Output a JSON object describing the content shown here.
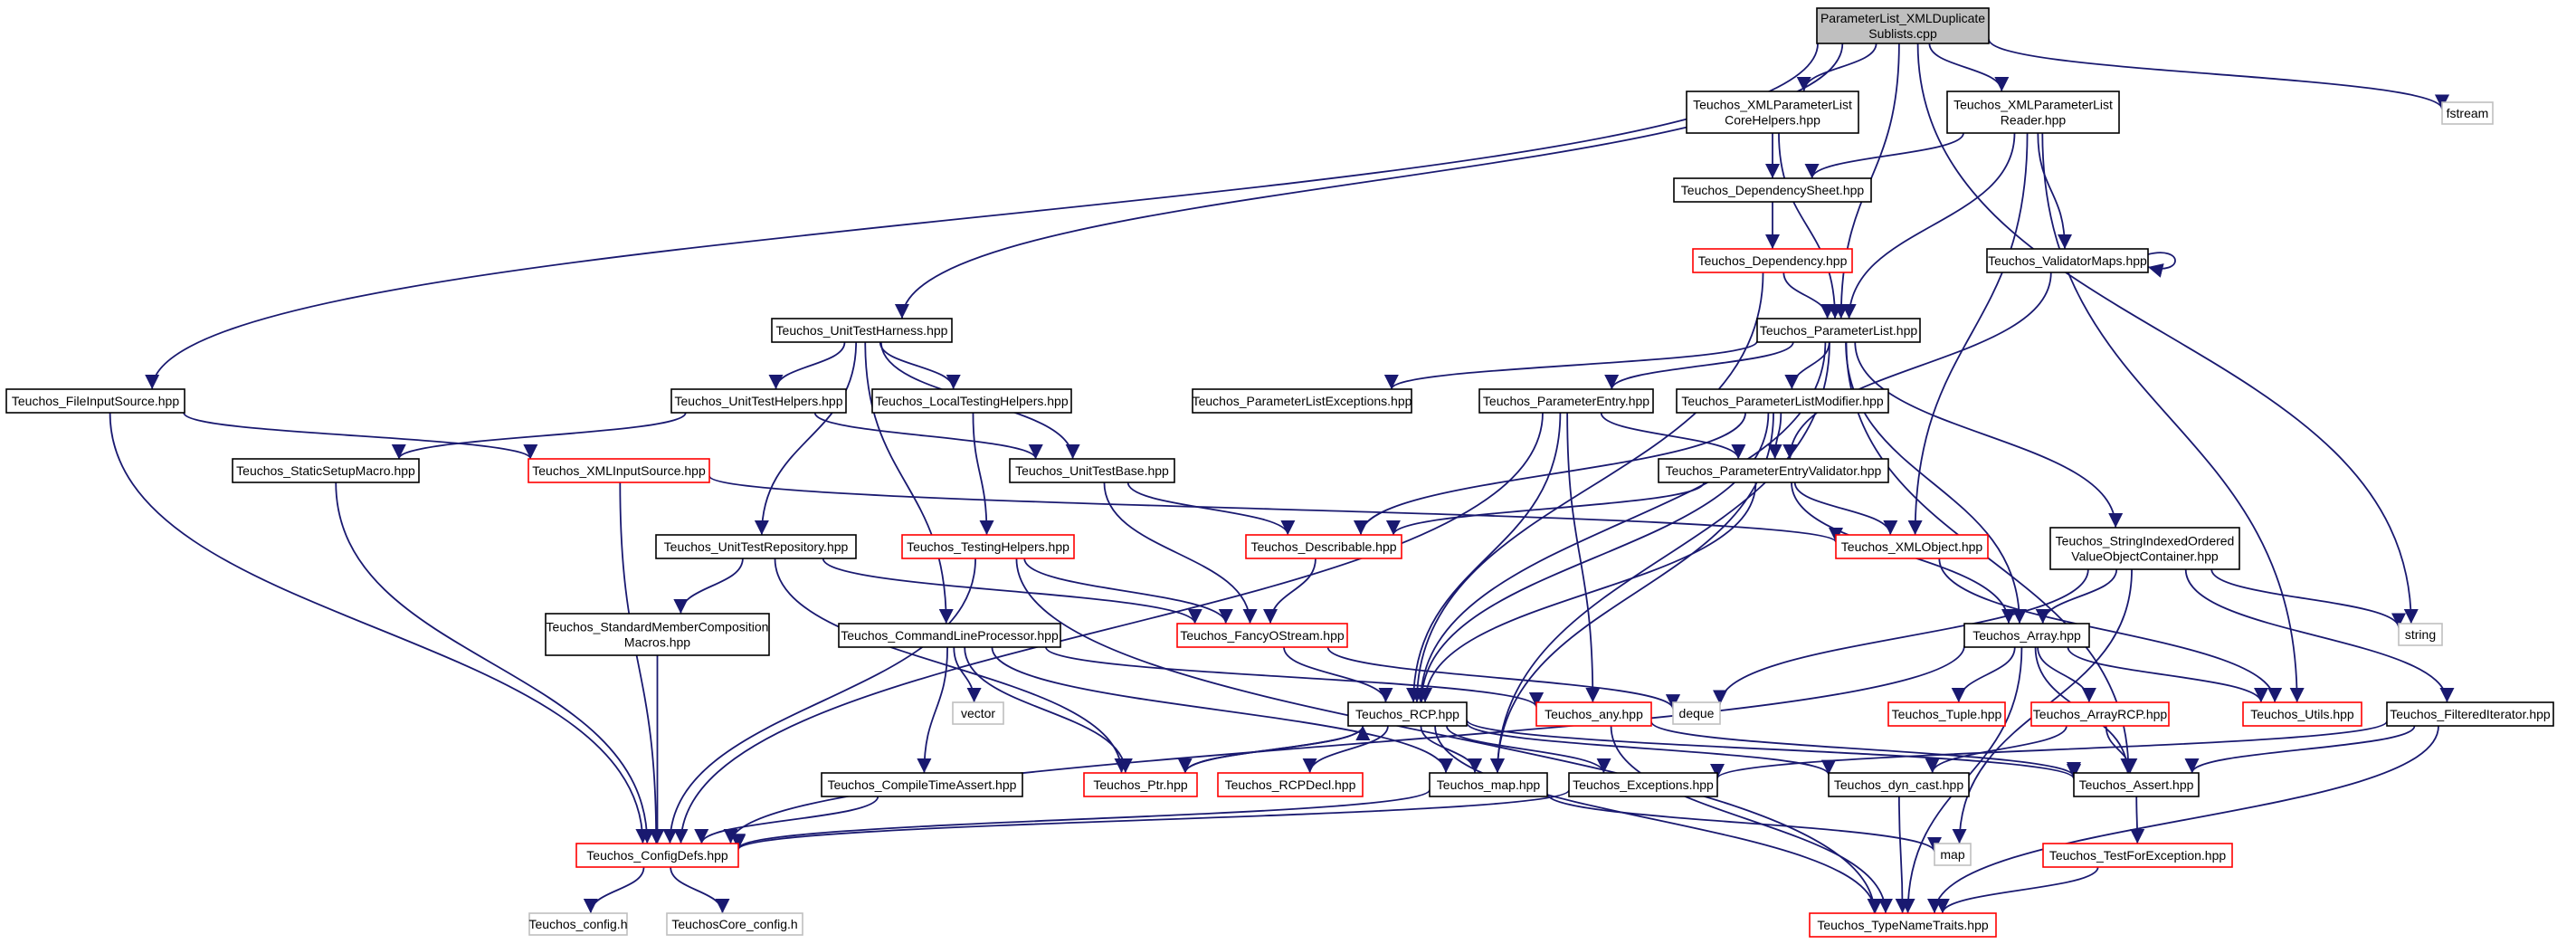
{
  "colors": {
    "edge": "#191970",
    "root_fill": "#bfbfbf",
    "root_border": "#000000",
    "normal_border": "#000000",
    "truncated_border": "#ff0000",
    "external_border": "#bfbfbf",
    "fill": "#ffffff"
  },
  "nodes": [
    {
      "id": "root",
      "lines": [
        "ParameterList_XMLDuplicate",
        "Sublists.cpp"
      ],
      "kind": "root"
    },
    {
      "id": "xml_core_helpers",
      "lines": [
        "Teuchos_XMLParameterList",
        "CoreHelpers.hpp"
      ],
      "kind": "normal"
    },
    {
      "id": "xml_reader",
      "lines": [
        "Teuchos_XMLParameterList",
        "Reader.hpp"
      ],
      "kind": "normal"
    },
    {
      "id": "fstream",
      "lines": [
        "fstream"
      ],
      "kind": "external"
    },
    {
      "id": "dependency_sheet",
      "lines": [
        "Teuchos_DependencySheet.hpp"
      ],
      "kind": "normal"
    },
    {
      "id": "dependency",
      "lines": [
        "Teuchos_Dependency.hpp"
      ],
      "kind": "truncated"
    },
    {
      "id": "validator_maps",
      "lines": [
        "Teuchos_ValidatorMaps.hpp"
      ],
      "kind": "normal"
    },
    {
      "id": "unit_test_harness",
      "lines": [
        "Teuchos_UnitTestHarness.hpp"
      ],
      "kind": "normal"
    },
    {
      "id": "parameter_list",
      "lines": [
        "Teuchos_ParameterList.hpp"
      ],
      "kind": "normal"
    },
    {
      "id": "file_input_source",
      "lines": [
        "Teuchos_FileInputSource.hpp"
      ],
      "kind": "normal"
    },
    {
      "id": "unit_test_helpers",
      "lines": [
        "Teuchos_UnitTestHelpers.hpp"
      ],
      "kind": "normal"
    },
    {
      "id": "local_testing_helpers",
      "lines": [
        "Teuchos_LocalTestingHelpers.hpp"
      ],
      "kind": "normal"
    },
    {
      "id": "parameter_list_exceptions",
      "lines": [
        "Teuchos_ParameterListExceptions.hpp"
      ],
      "kind": "normal"
    },
    {
      "id": "parameter_entry",
      "lines": [
        "Teuchos_ParameterEntry.hpp"
      ],
      "kind": "normal"
    },
    {
      "id": "parameter_list_modifier",
      "lines": [
        "Teuchos_ParameterListModifier.hpp"
      ],
      "kind": "normal"
    },
    {
      "id": "static_setup_macro",
      "lines": [
        "Teuchos_StaticSetupMacro.hpp"
      ],
      "kind": "normal"
    },
    {
      "id": "xml_input_source",
      "lines": [
        "Teuchos_XMLInputSource.hpp"
      ],
      "kind": "truncated"
    },
    {
      "id": "unit_test_base",
      "lines": [
        "Teuchos_UnitTestBase.hpp"
      ],
      "kind": "normal"
    },
    {
      "id": "parameter_entry_validator",
      "lines": [
        "Teuchos_ParameterEntryValidator.hpp"
      ],
      "kind": "normal"
    },
    {
      "id": "unit_test_repository",
      "lines": [
        "Teuchos_UnitTestRepository.hpp"
      ],
      "kind": "normal"
    },
    {
      "id": "testing_helpers",
      "lines": [
        "Teuchos_TestingHelpers.hpp"
      ],
      "kind": "truncated"
    },
    {
      "id": "describable",
      "lines": [
        "Teuchos_Describable.hpp"
      ],
      "kind": "truncated"
    },
    {
      "id": "xml_object",
      "lines": [
        "Teuchos_XMLObject.hpp"
      ],
      "kind": "truncated"
    },
    {
      "id": "string_indexed",
      "lines": [
        "Teuchos_StringIndexedOrdered",
        "ValueObjectContainer.hpp"
      ],
      "kind": "normal"
    },
    {
      "id": "std_member_macros",
      "lines": [
        "Teuchos_StandardMemberComposition",
        "Macros.hpp"
      ],
      "kind": "normal"
    },
    {
      "id": "command_line_processor",
      "lines": [
        "Teuchos_CommandLineProcessor.hpp"
      ],
      "kind": "normal"
    },
    {
      "id": "fancy_ostream",
      "lines": [
        "Teuchos_FancyOStream.hpp"
      ],
      "kind": "truncated"
    },
    {
      "id": "array",
      "lines": [
        "Teuchos_Array.hpp"
      ],
      "kind": "normal"
    },
    {
      "id": "string",
      "lines": [
        "string"
      ],
      "kind": "external"
    },
    {
      "id": "vector",
      "lines": [
        "vector"
      ],
      "kind": "external"
    },
    {
      "id": "rcp",
      "lines": [
        "Teuchos_RCP.hpp"
      ],
      "kind": "normal"
    },
    {
      "id": "any",
      "lines": [
        "Teuchos_any.hpp"
      ],
      "kind": "truncated"
    },
    {
      "id": "deque",
      "lines": [
        "deque"
      ],
      "kind": "external"
    },
    {
      "id": "tuple",
      "lines": [
        "Teuchos_Tuple.hpp"
      ],
      "kind": "truncated"
    },
    {
      "id": "array_rcp",
      "lines": [
        "Teuchos_ArrayRCP.hpp"
      ],
      "kind": "truncated"
    },
    {
      "id": "utils",
      "lines": [
        "Teuchos_Utils.hpp"
      ],
      "kind": "truncated"
    },
    {
      "id": "filtered_iterator",
      "lines": [
        "Teuchos_FilteredIterator.hpp"
      ],
      "kind": "normal"
    },
    {
      "id": "compile_time_assert",
      "lines": [
        "Teuchos_CompileTimeAssert.hpp"
      ],
      "kind": "normal"
    },
    {
      "id": "ptr",
      "lines": [
        "Teuchos_Ptr.hpp"
      ],
      "kind": "truncated"
    },
    {
      "id": "rcp_decl",
      "lines": [
        "Teuchos_RCPDecl.hpp"
      ],
      "kind": "truncated"
    },
    {
      "id": "map_hpp",
      "lines": [
        "Teuchos_map.hpp"
      ],
      "kind": "normal"
    },
    {
      "id": "exceptions",
      "lines": [
        "Teuchos_Exceptions.hpp"
      ],
      "kind": "normal"
    },
    {
      "id": "dyn_cast",
      "lines": [
        "Teuchos_dyn_cast.hpp"
      ],
      "kind": "normal"
    },
    {
      "id": "assert",
      "lines": [
        "Teuchos_Assert.hpp"
      ],
      "kind": "normal"
    },
    {
      "id": "config_defs",
      "lines": [
        "Teuchos_ConfigDefs.hpp"
      ],
      "kind": "truncated"
    },
    {
      "id": "map",
      "lines": [
        "map"
      ],
      "kind": "external"
    },
    {
      "id": "test_for_exception",
      "lines": [
        "Teuchos_TestForException.hpp"
      ],
      "kind": "truncated"
    },
    {
      "id": "config_h",
      "lines": [
        "Teuchos_config.h"
      ],
      "kind": "external"
    },
    {
      "id": "core_config_h",
      "lines": [
        "TeuchosCore_config.h"
      ],
      "kind": "external"
    },
    {
      "id": "type_name_traits",
      "lines": [
        "Teuchos_TypeNameTraits.hpp"
      ],
      "kind": "truncated"
    }
  ],
  "edges": [
    [
      "root",
      "xml_core_helpers"
    ],
    [
      "root",
      "xml_reader"
    ],
    [
      "root",
      "fstream"
    ],
    [
      "root",
      "unit_test_harness"
    ],
    [
      "root",
      "parameter_list"
    ],
    [
      "root",
      "file_input_source"
    ],
    [
      "root",
      "string"
    ],
    [
      "xml_core_helpers",
      "dependency_sheet"
    ],
    [
      "xml_core_helpers",
      "parameter_list"
    ],
    [
      "xml_reader",
      "dependency_sheet"
    ],
    [
      "xml_reader",
      "validator_maps"
    ],
    [
      "xml_reader",
      "parameter_list"
    ],
    [
      "xml_reader",
      "xml_object"
    ],
    [
      "xml_reader",
      "utils"
    ],
    [
      "dependency_sheet",
      "dependency"
    ],
    [
      "dependency",
      "parameter_list"
    ],
    [
      "dependency",
      "rcp"
    ],
    [
      "validator_maps",
      "validator_maps"
    ],
    [
      "validator_maps",
      "parameter_entry_validator"
    ],
    [
      "unit_test_harness",
      "unit_test_helpers"
    ],
    [
      "unit_test_harness",
      "local_testing_helpers"
    ],
    [
      "unit_test_harness",
      "unit_test_base"
    ],
    [
      "unit_test_harness",
      "unit_test_repository"
    ],
    [
      "unit_test_harness",
      "command_line_processor"
    ],
    [
      "parameter_list",
      "parameter_list_exceptions"
    ],
    [
      "parameter_list",
      "parameter_entry"
    ],
    [
      "parameter_list",
      "parameter_list_modifier"
    ],
    [
      "parameter_list",
      "string_indexed"
    ],
    [
      "parameter_list",
      "array"
    ],
    [
      "parameter_list",
      "rcp"
    ],
    [
      "parameter_list",
      "map_hpp"
    ],
    [
      "parameter_list",
      "assert"
    ],
    [
      "file_input_source",
      "xml_input_source"
    ],
    [
      "file_input_source",
      "config_defs"
    ],
    [
      "unit_test_helpers",
      "static_setup_macro"
    ],
    [
      "unit_test_helpers",
      "unit_test_base"
    ],
    [
      "local_testing_helpers",
      "testing_helpers"
    ],
    [
      "parameter_entry",
      "parameter_entry_validator"
    ],
    [
      "parameter_entry",
      "any"
    ],
    [
      "parameter_entry",
      "config_defs"
    ],
    [
      "parameter_entry",
      "rcp"
    ],
    [
      "parameter_list_modifier",
      "parameter_entry_validator"
    ],
    [
      "parameter_list_modifier",
      "describable"
    ],
    [
      "parameter_list_modifier",
      "rcp"
    ],
    [
      "parameter_list_modifier",
      "map_hpp"
    ],
    [
      "static_setup_macro",
      "config_defs"
    ],
    [
      "xml_input_source",
      "xml_object"
    ],
    [
      "xml_input_source",
      "config_defs"
    ],
    [
      "unit_test_base",
      "describable"
    ],
    [
      "unit_test_base",
      "fancy_ostream"
    ],
    [
      "parameter_entry_validator",
      "describable"
    ],
    [
      "parameter_entry_validator",
      "xml_object"
    ],
    [
      "parameter_entry_validator",
      "array"
    ],
    [
      "parameter_entry_validator",
      "rcp"
    ],
    [
      "unit_test_repository",
      "std_member_macros"
    ],
    [
      "unit_test_repository",
      "fancy_ostream"
    ],
    [
      "unit_test_repository",
      "ptr"
    ],
    [
      "testing_helpers",
      "fancy_ostream"
    ],
    [
      "testing_helpers",
      "config_defs"
    ],
    [
      "testing_helpers",
      "type_name_traits"
    ],
    [
      "describable",
      "fancy_ostream"
    ],
    [
      "xml_object",
      "utils"
    ],
    [
      "string_indexed",
      "array"
    ],
    [
      "string_indexed",
      "string"
    ],
    [
      "string_indexed",
      "filtered_iterator"
    ],
    [
      "string_indexed",
      "deque"
    ],
    [
      "string_indexed",
      "map"
    ],
    [
      "std_member_macros",
      "config_defs"
    ],
    [
      "command_line_processor",
      "vector"
    ],
    [
      "command_line_processor",
      "compile_time_assert"
    ],
    [
      "command_line_processor",
      "ptr"
    ],
    [
      "command_line_processor",
      "any"
    ],
    [
      "command_line_processor",
      "map_hpp"
    ],
    [
      "fancy_ostream",
      "rcp"
    ],
    [
      "fancy_ostream",
      "deque"
    ],
    [
      "array",
      "tuple"
    ],
    [
      "array_rcp",
      "assert"
    ],
    [
      "array",
      "array_rcp"
    ],
    [
      "array",
      "utils"
    ],
    [
      "array",
      "assert"
    ],
    [
      "array",
      "type_name_traits"
    ],
    [
      "array",
      "config_defs"
    ],
    [
      "rcp",
      "ptr"
    ],
    [
      "rcp",
      "rcp_decl"
    ],
    [
      "rcp",
      "map_hpp"
    ],
    [
      "rcp",
      "exceptions"
    ],
    [
      "rcp",
      "dyn_cast"
    ],
    [
      "rcp",
      "assert"
    ],
    [
      "rcp",
      "type_name_traits"
    ],
    [
      "any",
      "assert"
    ],
    [
      "any",
      "type_name_traits"
    ],
    [
      "array_rcp",
      "dyn_cast"
    ],
    [
      "filtered_iterator",
      "assert"
    ],
    [
      "filtered_iterator",
      "exceptions"
    ],
    [
      "filtered_iterator",
      "type_name_traits"
    ],
    [
      "compile_time_assert",
      "config_defs"
    ],
    [
      "ptr",
      "rcp"
    ],
    [
      "map_hpp",
      "config_defs"
    ],
    [
      "map_hpp",
      "map"
    ],
    [
      "exceptions",
      "config_defs"
    ],
    [
      "dyn_cast",
      "type_name_traits"
    ],
    [
      "assert",
      "test_for_exception"
    ],
    [
      "test_for_exception",
      "type_name_traits"
    ],
    [
      "config_defs",
      "config_h"
    ],
    [
      "config_defs",
      "core_config_h"
    ]
  ]
}
